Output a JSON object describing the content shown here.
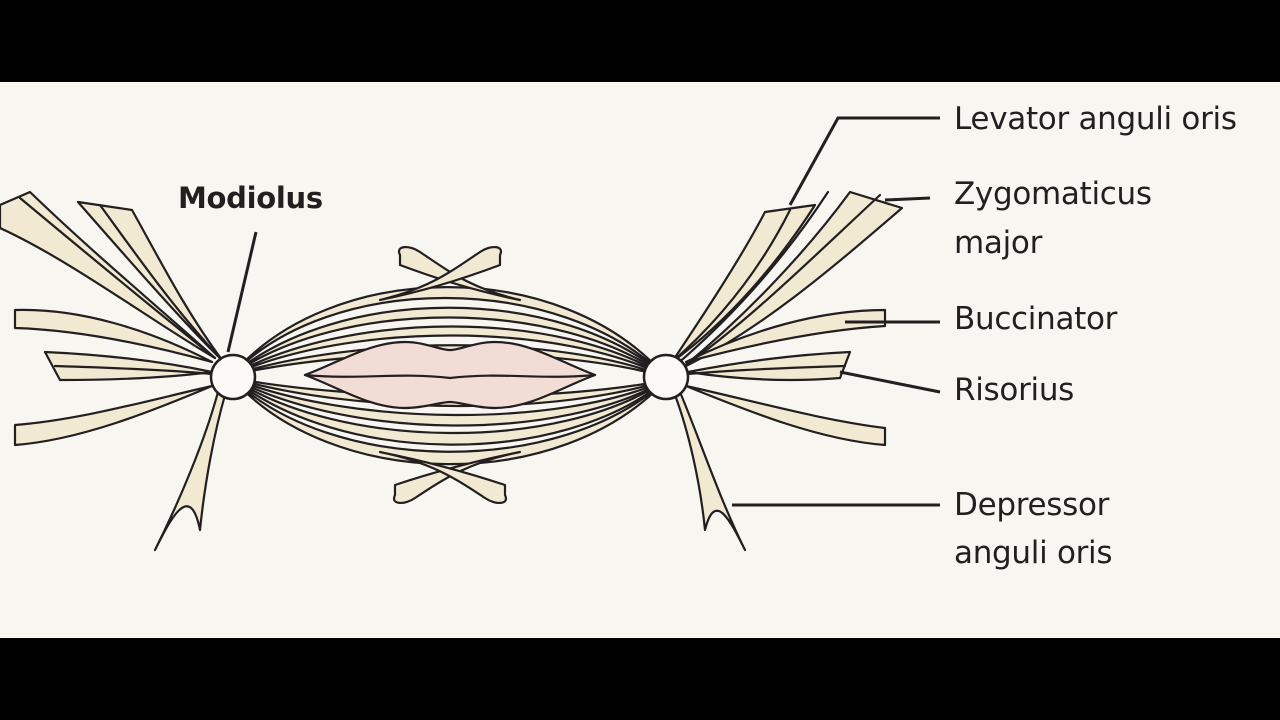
{
  "diagram": {
    "colors": {
      "background": "#f7f6f1",
      "muscle_fill": "#f1e9d2",
      "muscle_stroke": "#231f20",
      "lip_fill": "#f2dcd6",
      "letterbox": "#000000"
    },
    "labels": {
      "modiolus": "Modiolus",
      "levator_anguli_oris": "Levator anguli oris",
      "zygomaticus_major_line1": "Zygomaticus",
      "zygomaticus_major_line2": "major",
      "buccinator": "Buccinator",
      "risorius": "Risorius",
      "depressor_anguli_oris_line1": "Depressor",
      "depressor_anguli_oris_line2": "anguli oris"
    }
  }
}
